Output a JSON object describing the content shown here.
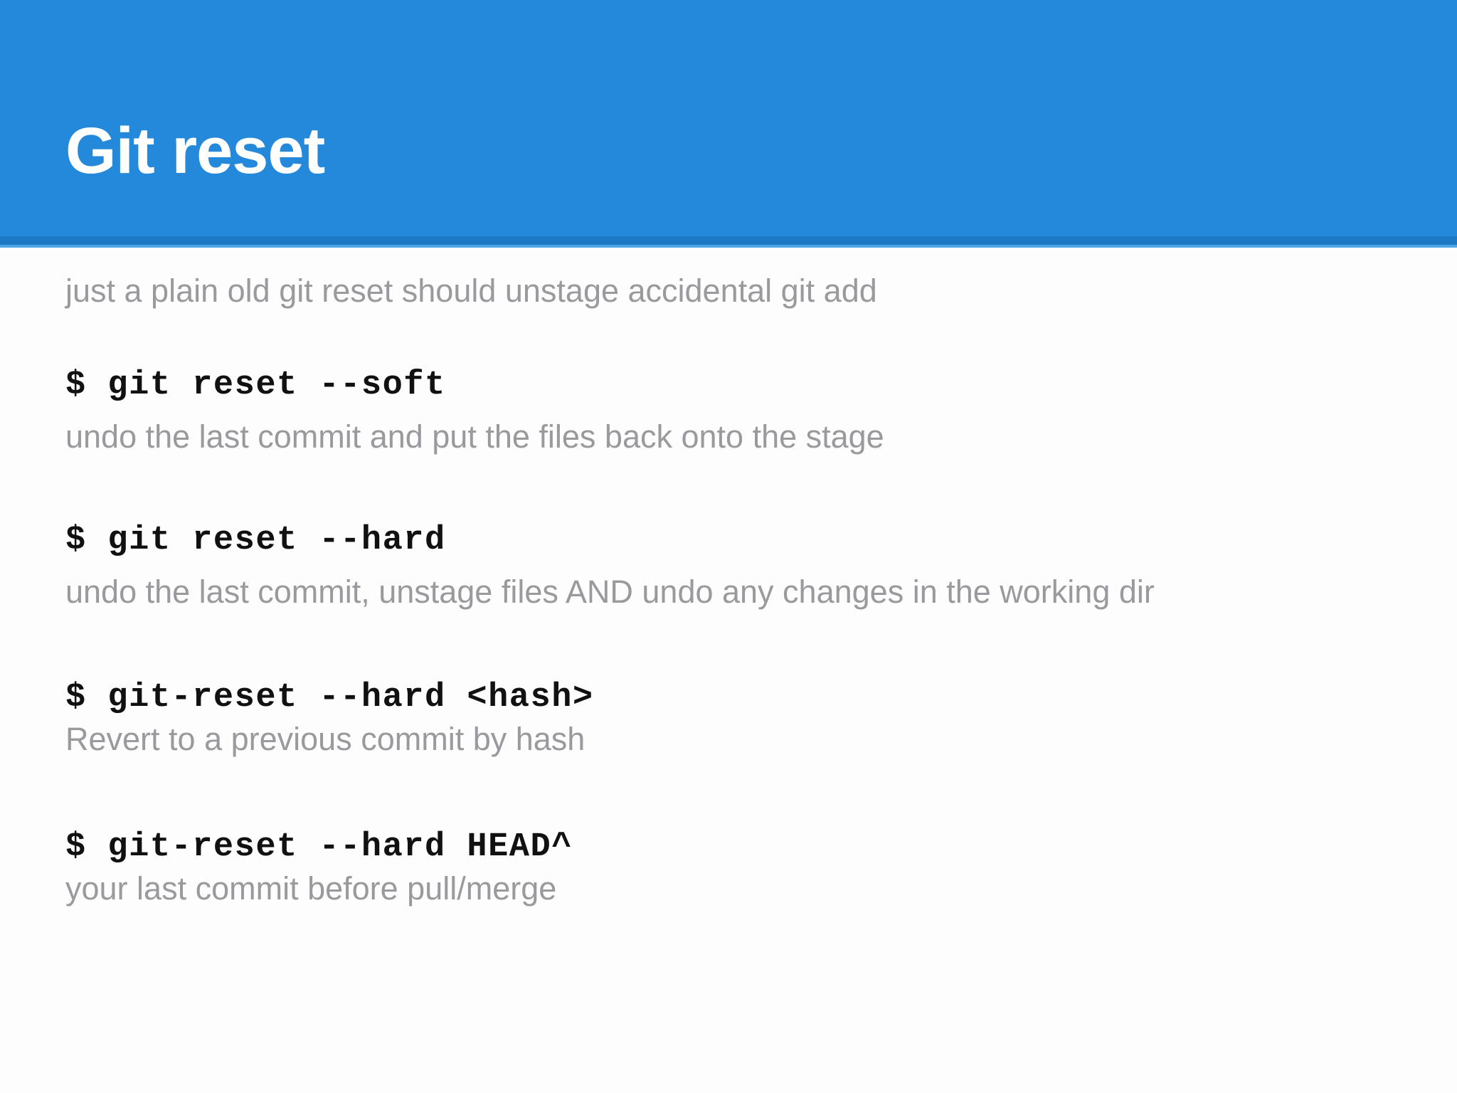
{
  "slide": {
    "title": "Git reset",
    "accent_color": "#2489da",
    "accent_shadow_color": "#1d79c4",
    "background_color": "#fdfdfd",
    "muted_text_color": "#9a9a9e",
    "command_text_color": "#111111",
    "lead_note": "just a plain old git reset should unstage accidental git add",
    "commands": [
      {
        "command": "$ git reset --soft",
        "description": "undo the last commit and put the files back onto the stage"
      },
      {
        "command": "$ git reset --hard",
        "description": "undo the last commit, unstage files AND undo any changes in the working dir"
      },
      {
        "command": "$ git-reset --hard <hash>",
        "description": "Revert to a previous commit by hash"
      },
      {
        "command": "$ git-reset --hard HEAD^",
        "description": "your last commit before pull/merge"
      }
    ]
  }
}
